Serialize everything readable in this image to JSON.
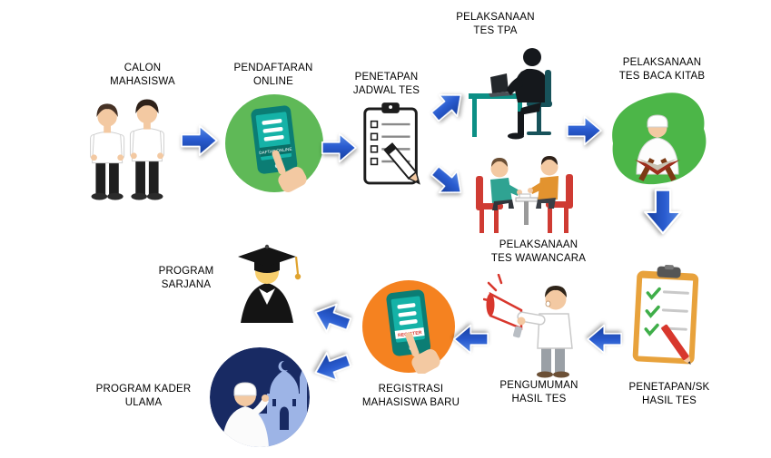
{
  "diagram": {
    "background": "#ffffff",
    "arrow_color": "#2a5cd0",
    "green_circle_color": "#5fb957",
    "orange_circle_color": "#f58220",
    "tablet_color": "#15b2a7"
  },
  "nodes": {
    "calon_mahasiswa": {
      "label": "CALON\nMAHASISWA"
    },
    "pendaftaran_online": {
      "label": "PENDAFTARAN\nONLINE",
      "device_text": "DAFTAR ONLINE"
    },
    "penetapan_jadwal": {
      "label": "PENETAPAN\nJADWAL TES"
    },
    "tes_tpa": {
      "label": "PELAKSANAAN\nTES TPA"
    },
    "tes_wawancara": {
      "label": "PELAKSANAAN\nTES WAWANCARA"
    },
    "tes_baca_kitab": {
      "label": "PELAKSANAAN\nTES BACA KITAB"
    },
    "penetapan_sk": {
      "label": "PENETAPAN/SK\nHASIL TES"
    },
    "pengumuman": {
      "label": "PENGUMUMAN\nHASIL TES"
    },
    "registrasi": {
      "label": "REGISTRASI\nMAHASISWA BARU",
      "device_text": "REGISTER"
    },
    "program_sarjana": {
      "label": "PROGRAM\nSARJANA"
    },
    "program_kader_ulama": {
      "label": "PROGRAM KADER\nULAMA"
    }
  }
}
